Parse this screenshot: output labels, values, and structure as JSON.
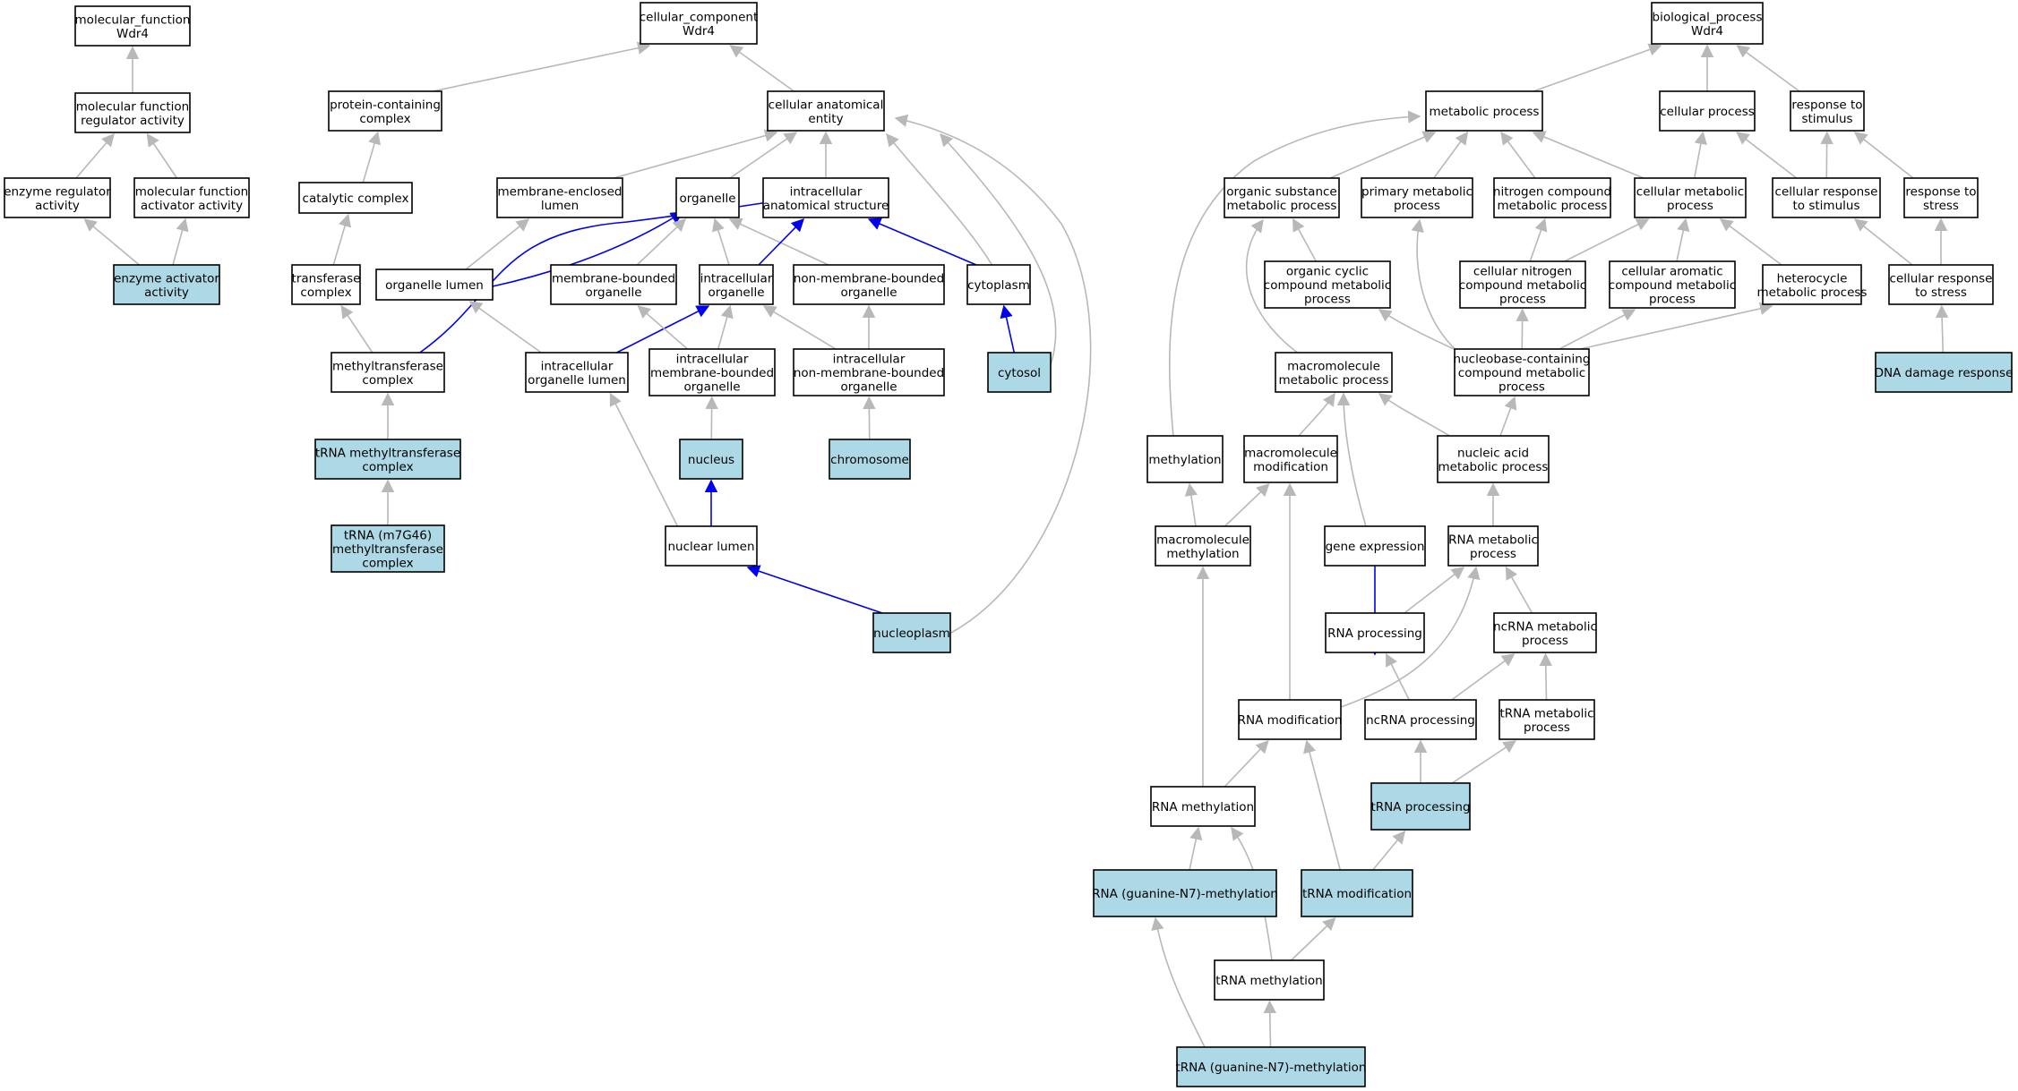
{
  "colors": {
    "highlight": "#add8e6",
    "plain": "#ffffff",
    "edge": "#b8b8b8",
    "edge_highlight": "#0000ee"
  },
  "nodes": [
    {
      "id": "mf_root",
      "lines": [
        "molecular_function",
        "Wdr4"
      ],
      "hl": false
    },
    {
      "id": "mf_reg",
      "lines": [
        "molecular function",
        "regulator activity"
      ],
      "hl": false
    },
    {
      "id": "enz_reg",
      "lines": [
        "enzyme regulator",
        "activity"
      ],
      "hl": false
    },
    {
      "id": "mf_act",
      "lines": [
        "molecular function",
        "activator activity"
      ],
      "hl": false
    },
    {
      "id": "enz_act",
      "lines": [
        "enzyme activator",
        "activity"
      ],
      "hl": true
    },
    {
      "id": "cc_root",
      "lines": [
        "cellular_component",
        "Wdr4"
      ],
      "hl": false
    },
    {
      "id": "prot_cont",
      "lines": [
        "protein-containing",
        "complex"
      ],
      "hl": false
    },
    {
      "id": "cat_cplx",
      "lines": [
        "catalytic complex"
      ],
      "hl": false
    },
    {
      "id": "trans_cplx",
      "lines": [
        "transferase",
        "complex"
      ],
      "hl": false
    },
    {
      "id": "mt_cplx",
      "lines": [
        "methyltransferase",
        "complex"
      ],
      "hl": false
    },
    {
      "id": "trna_mt_cplx",
      "lines": [
        "tRNA methyltransferase",
        "complex"
      ],
      "hl": true
    },
    {
      "id": "trna_m7g46",
      "lines": [
        "tRNA (m7G46)",
        "methyltransferase",
        "complex"
      ],
      "hl": true
    },
    {
      "id": "cae",
      "lines": [
        "cellular anatomical",
        "entity"
      ],
      "hl": false
    },
    {
      "id": "mem_enc_lumen",
      "lines": [
        "membrane-enclosed",
        "lumen"
      ],
      "hl": false
    },
    {
      "id": "organelle",
      "lines": [
        "organelle"
      ],
      "hl": false
    },
    {
      "id": "ias",
      "lines": [
        "intracellular",
        "anatomical structure"
      ],
      "hl": false
    },
    {
      "id": "org_lumen",
      "lines": [
        "organelle lumen"
      ],
      "hl": false
    },
    {
      "id": "mem_bound_org",
      "lines": [
        "membrane-bounded",
        "organelle"
      ],
      "hl": false
    },
    {
      "id": "ic_org",
      "lines": [
        "intracellular",
        "organelle"
      ],
      "hl": false
    },
    {
      "id": "nonmem_org",
      "lines": [
        "non-membrane-bounded",
        "organelle"
      ],
      "hl": false
    },
    {
      "id": "cytoplasm",
      "lines": [
        "cytoplasm"
      ],
      "hl": false
    },
    {
      "id": "ic_org_lumen",
      "lines": [
        "intracellular",
        "organelle lumen"
      ],
      "hl": false
    },
    {
      "id": "ic_mem_org",
      "lines": [
        "intracellular",
        "membrane-bounded",
        "organelle"
      ],
      "hl": false
    },
    {
      "id": "ic_nonmem_org",
      "lines": [
        "intracellular",
        "non-membrane-bounded",
        "organelle"
      ],
      "hl": false
    },
    {
      "id": "cytosol",
      "lines": [
        "cytosol"
      ],
      "hl": true
    },
    {
      "id": "nucleus",
      "lines": [
        "nucleus"
      ],
      "hl": true
    },
    {
      "id": "chromosome",
      "lines": [
        "chromosome"
      ],
      "hl": true
    },
    {
      "id": "nuc_lumen",
      "lines": [
        "nuclear lumen"
      ],
      "hl": false
    },
    {
      "id": "nucleoplasm",
      "lines": [
        "nucleoplasm"
      ],
      "hl": true
    },
    {
      "id": "bp_root",
      "lines": [
        "biological_process",
        "Wdr4"
      ],
      "hl": false
    },
    {
      "id": "metab",
      "lines": [
        "metabolic process"
      ],
      "hl": false
    },
    {
      "id": "cell_proc",
      "lines": [
        "cellular process"
      ],
      "hl": false
    },
    {
      "id": "resp_stim",
      "lines": [
        "response to",
        "stimulus"
      ],
      "hl": false
    },
    {
      "id": "org_sub_met",
      "lines": [
        "organic substance",
        "metabolic process"
      ],
      "hl": false
    },
    {
      "id": "prim_met",
      "lines": [
        "primary metabolic",
        "process"
      ],
      "hl": false
    },
    {
      "id": "nitro_met",
      "lines": [
        "nitrogen compound",
        "metabolic process"
      ],
      "hl": false
    },
    {
      "id": "cell_met",
      "lines": [
        "cellular metabolic",
        "process"
      ],
      "hl": false
    },
    {
      "id": "cell_resp_stim",
      "lines": [
        "cellular response",
        "to stimulus"
      ],
      "hl": false
    },
    {
      "id": "resp_stress",
      "lines": [
        "response to",
        "stress"
      ],
      "hl": false
    },
    {
      "id": "org_cyc",
      "lines": [
        "organic cyclic",
        "compound metabolic",
        "process"
      ],
      "hl": false
    },
    {
      "id": "cell_nitro",
      "lines": [
        "cellular nitrogen",
        "compound metabolic",
        "process"
      ],
      "hl": false
    },
    {
      "id": "cell_arom",
      "lines": [
        "cellular aromatic",
        "compound metabolic",
        "process"
      ],
      "hl": false
    },
    {
      "id": "hetero",
      "lines": [
        "heterocycle",
        "metabolic process"
      ],
      "hl": false
    },
    {
      "id": "cell_resp_stress",
      "lines": [
        "cellular response",
        "to stress"
      ],
      "hl": false
    },
    {
      "id": "macro_met",
      "lines": [
        "macromolecule",
        "metabolic process"
      ],
      "hl": false
    },
    {
      "id": "nucbase",
      "lines": [
        "nucleobase-containing",
        "compound metabolic",
        "process"
      ],
      "hl": false
    },
    {
      "id": "dna_dmg",
      "lines": [
        "DNA damage response"
      ],
      "hl": true
    },
    {
      "id": "methylation",
      "lines": [
        "methylation"
      ],
      "hl": false
    },
    {
      "id": "macro_mod",
      "lines": [
        "macromolecule",
        "modification"
      ],
      "hl": false
    },
    {
      "id": "nuc_acid_met",
      "lines": [
        "nucleic acid",
        "metabolic process"
      ],
      "hl": false
    },
    {
      "id": "macro_meth",
      "lines": [
        "macromolecule",
        "methylation"
      ],
      "hl": false
    },
    {
      "id": "gene_expr",
      "lines": [
        "gene expression"
      ],
      "hl": false
    },
    {
      "id": "rna_met",
      "lines": [
        "RNA metabolic",
        "process"
      ],
      "hl": false
    },
    {
      "id": "rna_proc",
      "lines": [
        "RNA processing"
      ],
      "hl": false
    },
    {
      "id": "ncrna_met",
      "lines": [
        "ncRNA metabolic",
        "process"
      ],
      "hl": false
    },
    {
      "id": "rna_mod",
      "lines": [
        "RNA modification"
      ],
      "hl": false
    },
    {
      "id": "ncrna_proc",
      "lines": [
        "ncRNA processing"
      ],
      "hl": false
    },
    {
      "id": "trna_met",
      "lines": [
        "tRNA metabolic",
        "process"
      ],
      "hl": false
    },
    {
      "id": "rna_meth",
      "lines": [
        "RNA methylation"
      ],
      "hl": false
    },
    {
      "id": "trna_proc",
      "lines": [
        "tRNA processing"
      ],
      "hl": true
    },
    {
      "id": "rna_g_n7",
      "lines": [
        "RNA (guanine-N7)-methylation"
      ],
      "hl": true
    },
    {
      "id": "trna_mod",
      "lines": [
        "tRNA modification"
      ],
      "hl": true
    },
    {
      "id": "trna_meth",
      "lines": [
        "tRNA methylation"
      ],
      "hl": false
    },
    {
      "id": "trna_g_n7",
      "lines": [
        "tRNA (guanine-N7)-methylation"
      ],
      "hl": true
    }
  ],
  "edges": [
    [
      "mf_reg",
      "mf_root",
      false
    ],
    [
      "enz_reg",
      "mf_reg",
      false
    ],
    [
      "mf_act",
      "mf_reg",
      false
    ],
    [
      "enz_act",
      "enz_reg",
      false
    ],
    [
      "enz_act",
      "mf_act",
      false
    ],
    [
      "prot_cont",
      "cc_root",
      false
    ],
    [
      "cae",
      "cc_root",
      false
    ],
    [
      "cat_cplx",
      "prot_cont",
      false
    ],
    [
      "trans_cplx",
      "cat_cplx",
      false
    ],
    [
      "mt_cplx",
      "trans_cplx",
      false
    ],
    [
      "trna_mt_cplx",
      "mt_cplx",
      false
    ],
    [
      "trna_m7g46",
      "trna_mt_cplx",
      false
    ],
    [
      "mem_enc_lumen",
      "cae",
      false
    ],
    [
      "organelle",
      "cae",
      false
    ],
    [
      "ias",
      "cae",
      false
    ],
    [
      "cytoplasm",
      "cae",
      false
    ],
    [
      "cytosol",
      "cae",
      false
    ],
    [
      "nucleoplasm",
      "cae",
      false
    ],
    [
      "org_lumen",
      "mem_enc_lumen",
      false
    ],
    [
      "org_lumen",
      "organelle",
      true
    ],
    [
      "mem_bound_org",
      "organelle",
      false
    ],
    [
      "ic_org",
      "organelle",
      false
    ],
    [
      "nonmem_org",
      "organelle",
      false
    ],
    [
      "ic_org",
      "ias",
      true
    ],
    [
      "cytoplasm",
      "ias",
      true
    ],
    [
      "mt_cplx",
      "ias",
      true
    ],
    [
      "ic_org_lumen",
      "org_lumen",
      false
    ],
    [
      "ic_org_lumen",
      "ic_org",
      true
    ],
    [
      "ic_mem_org",
      "mem_bound_org",
      false
    ],
    [
      "ic_mem_org",
      "ic_org",
      false
    ],
    [
      "ic_nonmem_org",
      "ic_org",
      false
    ],
    [
      "ic_nonmem_org",
      "nonmem_org",
      false
    ],
    [
      "cytosol",
      "cytoplasm",
      true
    ],
    [
      "nucleus",
      "ic_mem_org",
      false
    ],
    [
      "chromosome",
      "ic_nonmem_org",
      false
    ],
    [
      "nuc_lumen",
      "ic_org_lumen",
      false
    ],
    [
      "nuc_lumen",
      "nucleus",
      true
    ],
    [
      "nucleoplasm",
      "nuc_lumen",
      true
    ],
    [
      "metab",
      "bp_root",
      false
    ],
    [
      "cell_proc",
      "bp_root",
      false
    ],
    [
      "resp_stim",
      "bp_root",
      false
    ],
    [
      "org_sub_met",
      "metab",
      false
    ],
    [
      "prim_met",
      "metab",
      false
    ],
    [
      "nitro_met",
      "metab",
      false
    ],
    [
      "cell_met",
      "metab",
      false
    ],
    [
      "methylation",
      "metab",
      false
    ],
    [
      "cell_met",
      "cell_proc",
      false
    ],
    [
      "cell_resp_stim",
      "cell_proc",
      false
    ],
    [
      "cell_resp_stim",
      "resp_stim",
      false
    ],
    [
      "resp_stress",
      "resp_stim",
      false
    ],
    [
      "org_cyc",
      "org_sub_met",
      false
    ],
    [
      "macro_met",
      "org_sub_met",
      false
    ],
    [
      "cell_nitro",
      "nitro_met",
      false
    ],
    [
      "cell_nitro",
      "cell_met",
      false
    ],
    [
      "cell_arom",
      "cell_met",
      false
    ],
    [
      "hetero",
      "cell_met",
      false
    ],
    [
      "cell_resp_stress",
      "cell_resp_stim",
      false
    ],
    [
      "cell_resp_stress",
      "resp_stress",
      false
    ],
    [
      "dna_dmg",
      "cell_resp_stress",
      false
    ],
    [
      "nucbase",
      "prim_met",
      false
    ],
    [
      "nucbase",
      "org_cyc",
      false
    ],
    [
      "nucbase",
      "cell_nitro",
      false
    ],
    [
      "nucbase",
      "cell_arom",
      false
    ],
    [
      "nucbase",
      "hetero",
      false
    ],
    [
      "nuc_acid_met",
      "nucbase",
      false
    ],
    [
      "nuc_acid_met",
      "macro_met",
      false
    ],
    [
      "macro_mod",
      "macro_met",
      false
    ],
    [
      "gene_expr",
      "macro_met",
      false
    ],
    [
      "macro_meth",
      "methylation",
      false
    ],
    [
      "macro_meth",
      "macro_mod",
      false
    ],
    [
      "rna_met",
      "nuc_acid_met",
      false
    ],
    [
      "gene_expr",
      "rna_proc",
      true
    ],
    [
      "rna_proc",
      "rna_met",
      false
    ],
    [
      "ncrna_met",
      "rna_met",
      false
    ],
    [
      "rna_mod",
      "rna_met",
      false
    ],
    [
      "rna_mod",
      "macro_mod",
      false
    ],
    [
      "ncrna_proc",
      "rna_proc",
      false
    ],
    [
      "ncrna_proc",
      "ncrna_met",
      false
    ],
    [
      "trna_met",
      "ncrna_met",
      false
    ],
    [
      "rna_meth",
      "macro_meth",
      false
    ],
    [
      "rna_meth",
      "rna_mod",
      false
    ],
    [
      "trna_proc",
      "ncrna_proc",
      false
    ],
    [
      "trna_proc",
      "trna_met",
      false
    ],
    [
      "rna_g_n7",
      "rna_meth",
      false
    ],
    [
      "trna_mod",
      "rna_mod",
      false
    ],
    [
      "trna_mod",
      "trna_proc",
      false
    ],
    [
      "trna_meth",
      "rna_meth",
      false
    ],
    [
      "trna_meth",
      "trna_mod",
      false
    ],
    [
      "trna_g_n7",
      "rna_g_n7",
      false
    ],
    [
      "trna_g_n7",
      "trna_meth",
      false
    ]
  ]
}
